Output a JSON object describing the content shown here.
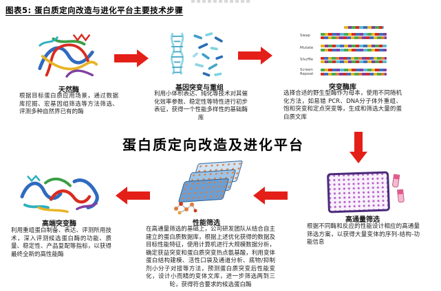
{
  "page": {
    "figure_title": "图表5: 蛋白质定向改造与进化平台主要技术步骤",
    "center_title": "蛋白质定向改造及进化平台"
  },
  "colors": {
    "arrow_red": "#e41f18",
    "plate_purple": "#4a2a7a",
    "screen_blue": "#2e5e92"
  },
  "stages": {
    "natural_enzyme": {
      "label": "天然酶",
      "description": "根据目标蛋白质应用场景，通过数据库挖掘、宏基因组筛选等方法筛选、评测多种自然界已有的酶"
    },
    "gene_mutation": {
      "label": "基因突变与重组",
      "description": "利用小体积表达、纯化等技术对其催化效率参数、稳定性等特性进行初步表征，获得一个性能多样性的基础酶库"
    },
    "mutant_library": {
      "label": "突变酶库",
      "description": "选择合适的野生型酶作为母本，使用不同随机化方法，如易错 PCR、DNA分子体外重组、饱和突变和定点突变等，生成和筛选大量的蛋白质文库",
      "method_labels": [
        "Swap",
        "Mutate",
        "Shuffle",
        "Screen Repeat"
      ]
    },
    "high_throughput": {
      "label": "高通量筛选",
      "description": "根据不同酶和反应的性能设计相应的高通量筛选方案，以获得大量变体的序列-结构-功能信息"
    },
    "performance": {
      "label": "性能筛选",
      "description": "在高通量筛选的基础上，公司研发团队从结合自主建立的蛋白质数据库，根据上述优化获得的数据及目标性能特征，使用计算机进行大规模数据分析，确定获益突变和蛋白质突变热点氨基酸，利用变体蛋白结构建模、活性口袋及通道分析、底物/抑制剂小分子对接等方法，预测蛋白质突变后性能变化，设计小而精的变体文库，进一步筛选两到三轮，获得符合要求的候选蛋白酶"
    },
    "high_end": {
      "label": "高端突变酶",
      "description": "利用重组蛋白制备、表达、评测所用技术，深入评测候选蛋白酶的功能、质量、稳定性、产品复配等指标，以获得最终全新的高性能酶"
    }
  }
}
